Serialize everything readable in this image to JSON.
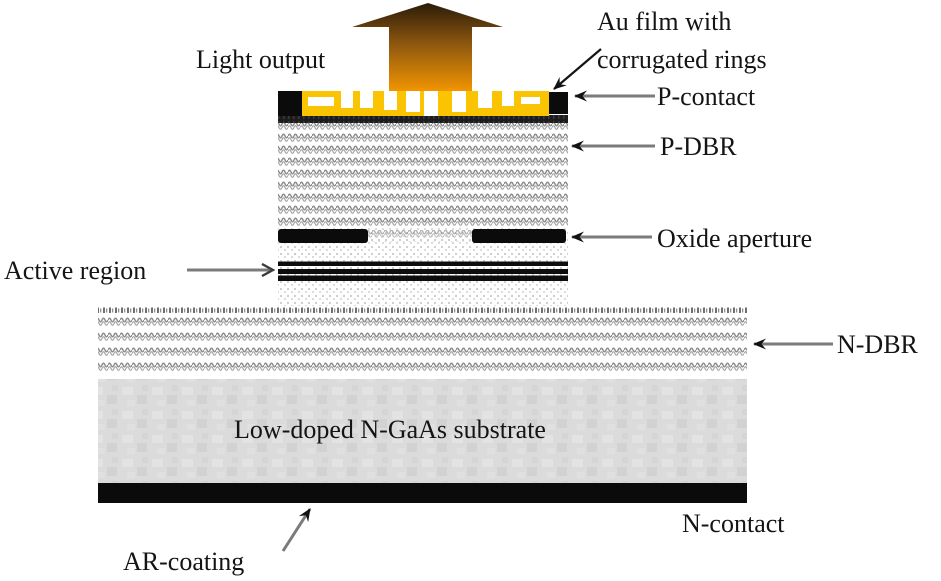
{
  "labels": {
    "light_output": "Light output",
    "au_film_line1": "Au film with",
    "au_film_line2": "corrugated rings",
    "p_contact": "P-contact",
    "p_dbr": "P-DBR",
    "oxide_aperture": "Oxide aperture",
    "active_region": "Active region",
    "n_dbr": "N-DBR",
    "substrate": "Low-doped N-GaAs substrate",
    "n_contact": "N-contact",
    "ar_coating": "AR-coating"
  },
  "icons": {
    "light_output_arrow": "up-block-arrow",
    "pointer_arrows": "left-right-pointing-label-arrows"
  },
  "colors": {
    "gold": "#FAC402",
    "arrow_top": "#2B1B07",
    "arrow_mid": "#8A5510",
    "arrow_bottom": "#F29500",
    "ink": "#141414",
    "pointer_shaft": "#7B7B7B",
    "substrate_gray": "#DBDBDB",
    "squiggle_gray": "#8C8C8C",
    "contact_black": "#0B0B0B"
  }
}
